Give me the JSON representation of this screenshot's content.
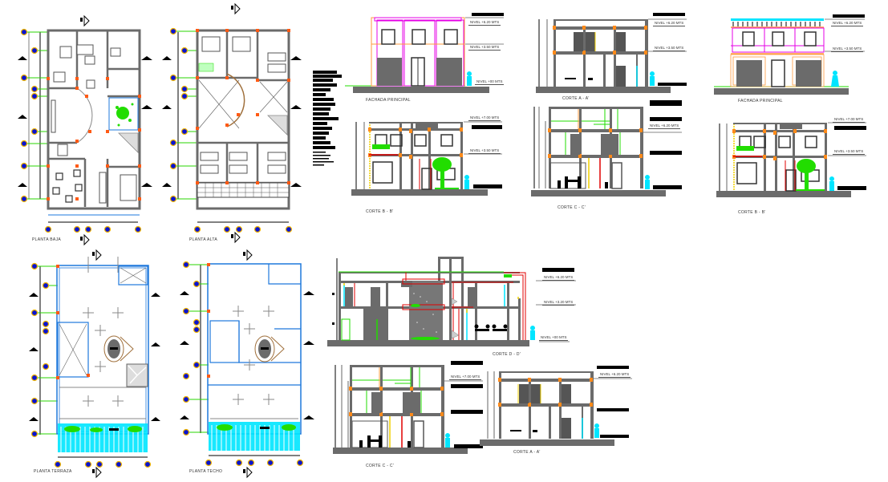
{
  "sheet": {
    "background": "#ffffff",
    "colors": {
      "wall": "#6b6b6b",
      "column": "#ff7a1a",
      "axis_bubble_fill": "#0a14d0",
      "axis_bubble_ring": "#f0b400",
      "grid_line": "#2ad400",
      "glass": "#00e5ff",
      "plant": "#22dd00",
      "facade_magenta": "#e600e6",
      "facade_orange": "#ff9a3c",
      "roof_outline": "#1e78dc",
      "section_red": "#e00000",
      "stair_brown": "#a0703c"
    }
  },
  "plans": [
    {
      "id": "planta-baja",
      "title": "PLANTA BAJA"
    },
    {
      "id": "planta-alta",
      "title": "PLANTA ALTA"
    },
    {
      "id": "planta-terraza",
      "title": "PLANTA TERRAZA"
    },
    {
      "id": "planta-techo",
      "title": "PLANTA TECHO"
    }
  ],
  "elevations": [
    {
      "id": "fachada-1",
      "title": "FACHADA PRINCIPAL",
      "levels": [
        "NIVEL +6.20 MTS",
        "NIVEL +3.50 MTS",
        "NIVEL +00 MTS"
      ]
    },
    {
      "id": "corte-a-1",
      "title": "CORTE A - A'",
      "levels": [
        "NIVEL +6.20 MTS",
        "NIVEL +3.50 MTS"
      ]
    },
    {
      "id": "fachada-2",
      "title": "FACHADA PRINCIPAL",
      "levels": [
        "NIVEL +6.20 MTS",
        "NIVEL +3.50 MTS"
      ]
    },
    {
      "id": "corte-b-1",
      "title": "CORTE B - B'",
      "levels": [
        "NIVEL +7.00 MTS",
        "NIVEL +3.50 MTS"
      ]
    },
    {
      "id": "corte-c-1",
      "title": "CORTE C - C'",
      "levels": [
        "NIVEL +6.20 MTS"
      ]
    },
    {
      "id": "corte-b-2",
      "title": "CORTE B - B'",
      "levels": [
        "NIVEL +7.00 MTS",
        "NIVEL +3.50 MTS"
      ]
    },
    {
      "id": "corte-d",
      "title": "CORTE D - D'",
      "levels": [
        "NIVEL +6.20 MTS",
        "NIVEL +3.20 MTS",
        "NIVEL +00 MTS"
      ]
    },
    {
      "id": "corte-c-2",
      "title": "CORTE C - C'",
      "levels": [
        "NIVEL +7.00 MTS"
      ]
    },
    {
      "id": "corte-a-2",
      "title": "CORTE A - A'",
      "levels": [
        "NIVEL +6.20 MTS"
      ]
    }
  ]
}
